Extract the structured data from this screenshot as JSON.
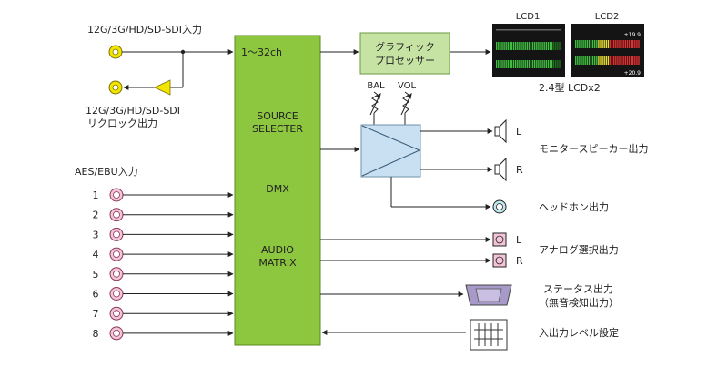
{
  "sdi": {
    "input_label": "12G/3G/HD/SD-SDI入力",
    "reclock_label_1": "12G/3G/HD/SD-SDI",
    "reclock_label_2": "リクロック出力"
  },
  "main_block": {
    "channels": "1～32ch",
    "source_1": "SOURCE",
    "source_2": "SELECTER",
    "dmx": "DMX",
    "audio_1": "AUDIO",
    "audio_2": "MATRIX"
  },
  "graphic": {
    "line1": "グラフィック",
    "line2": "プロセッサー"
  },
  "lcd": {
    "lcd1_label": "LCD1",
    "lcd2_label": "LCD2",
    "caption": "2.4型 LCDx2",
    "lcd2_value_top": "+19.9",
    "lcd2_value_bottom": "+20.9"
  },
  "controls": {
    "bal": "BAL",
    "vol": "VOL"
  },
  "aes": {
    "title": "AES/EBU入力",
    "inputs": [
      "1",
      "2",
      "3",
      "4",
      "5",
      "6",
      "7",
      "8"
    ]
  },
  "outputs": {
    "monitor_label": "モニタースピーカー出力",
    "monitor_l": "L",
    "monitor_r": "R",
    "headphone_label": "ヘッドホン出力",
    "analog_label": "アナログ選択出力",
    "analog_l": "L",
    "analog_r": "R",
    "status_label_1": "ステータス出力",
    "status_label_2": "（無音検知出力）",
    "level_label": "入出力レベル設定"
  },
  "colors": {
    "green_block": "#8dc63f",
    "graphic_block": "#c6e3a4",
    "amp_block": "#c8e0f2",
    "bnc": "#f2e600",
    "xlr": "#f4c4d8",
    "headphone": "#bfe6ee",
    "dsub": "#a79ac9",
    "triangle": "#f2e600"
  }
}
